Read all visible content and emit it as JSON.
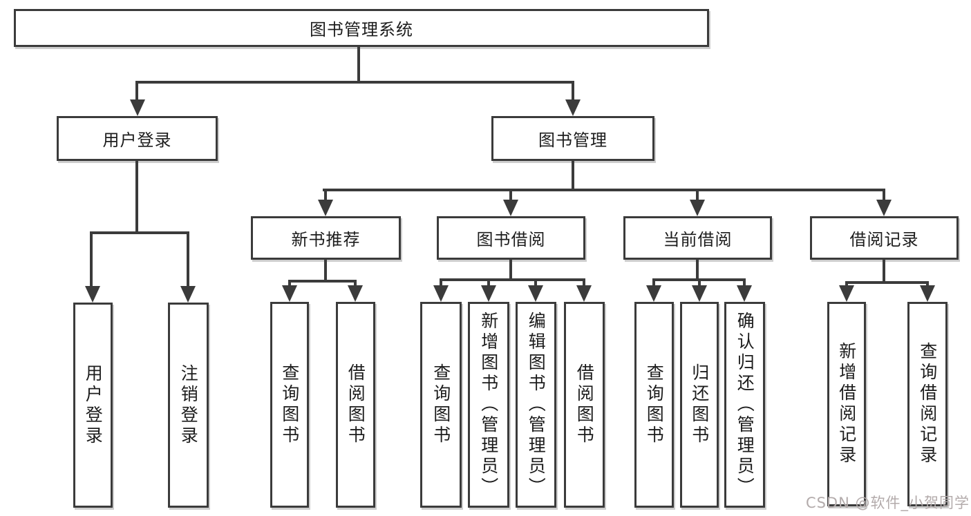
{
  "diagram": {
    "type": "functional-structure-tree",
    "tree": {
      "label": "图书管理系统",
      "children": [
        {
          "label": "用户登录",
          "children": [
            {
              "label": "用户登录"
            },
            {
              "label": "注销登录"
            }
          ]
        },
        {
          "label": "图书管理",
          "children": [
            {
              "label": "新书推荐",
              "children": [
                {
                  "label": "查询图书"
                },
                {
                  "label": "借阅图书"
                }
              ]
            },
            {
              "label": "图书借阅",
              "children": [
                {
                  "label": "查询图书"
                },
                {
                  "label": "新增图书（管理员）"
                },
                {
                  "label": "编辑图书（管理员）"
                },
                {
                  "label": "借阅图书"
                }
              ]
            },
            {
              "label": "当前借阅",
              "children": [
                {
                  "label": "查询图书"
                },
                {
                  "label": "归还图书"
                },
                {
                  "label": "确认归还（管理员）"
                }
              ]
            },
            {
              "label": "借阅记录",
              "children": [
                {
                  "label": "新增借阅记录"
                },
                {
                  "label": "查询借阅记录"
                }
              ]
            }
          ]
        }
      ]
    },
    "watermark": "CSDN @软件_小贺同学",
    "colors": {
      "line": "#3b3b3b",
      "box_border": "#3b3b3b",
      "box_background": "#ffffff",
      "text": "#1c1c1c",
      "watermark": "#b3abab",
      "background": "#ffffff"
    }
  }
}
